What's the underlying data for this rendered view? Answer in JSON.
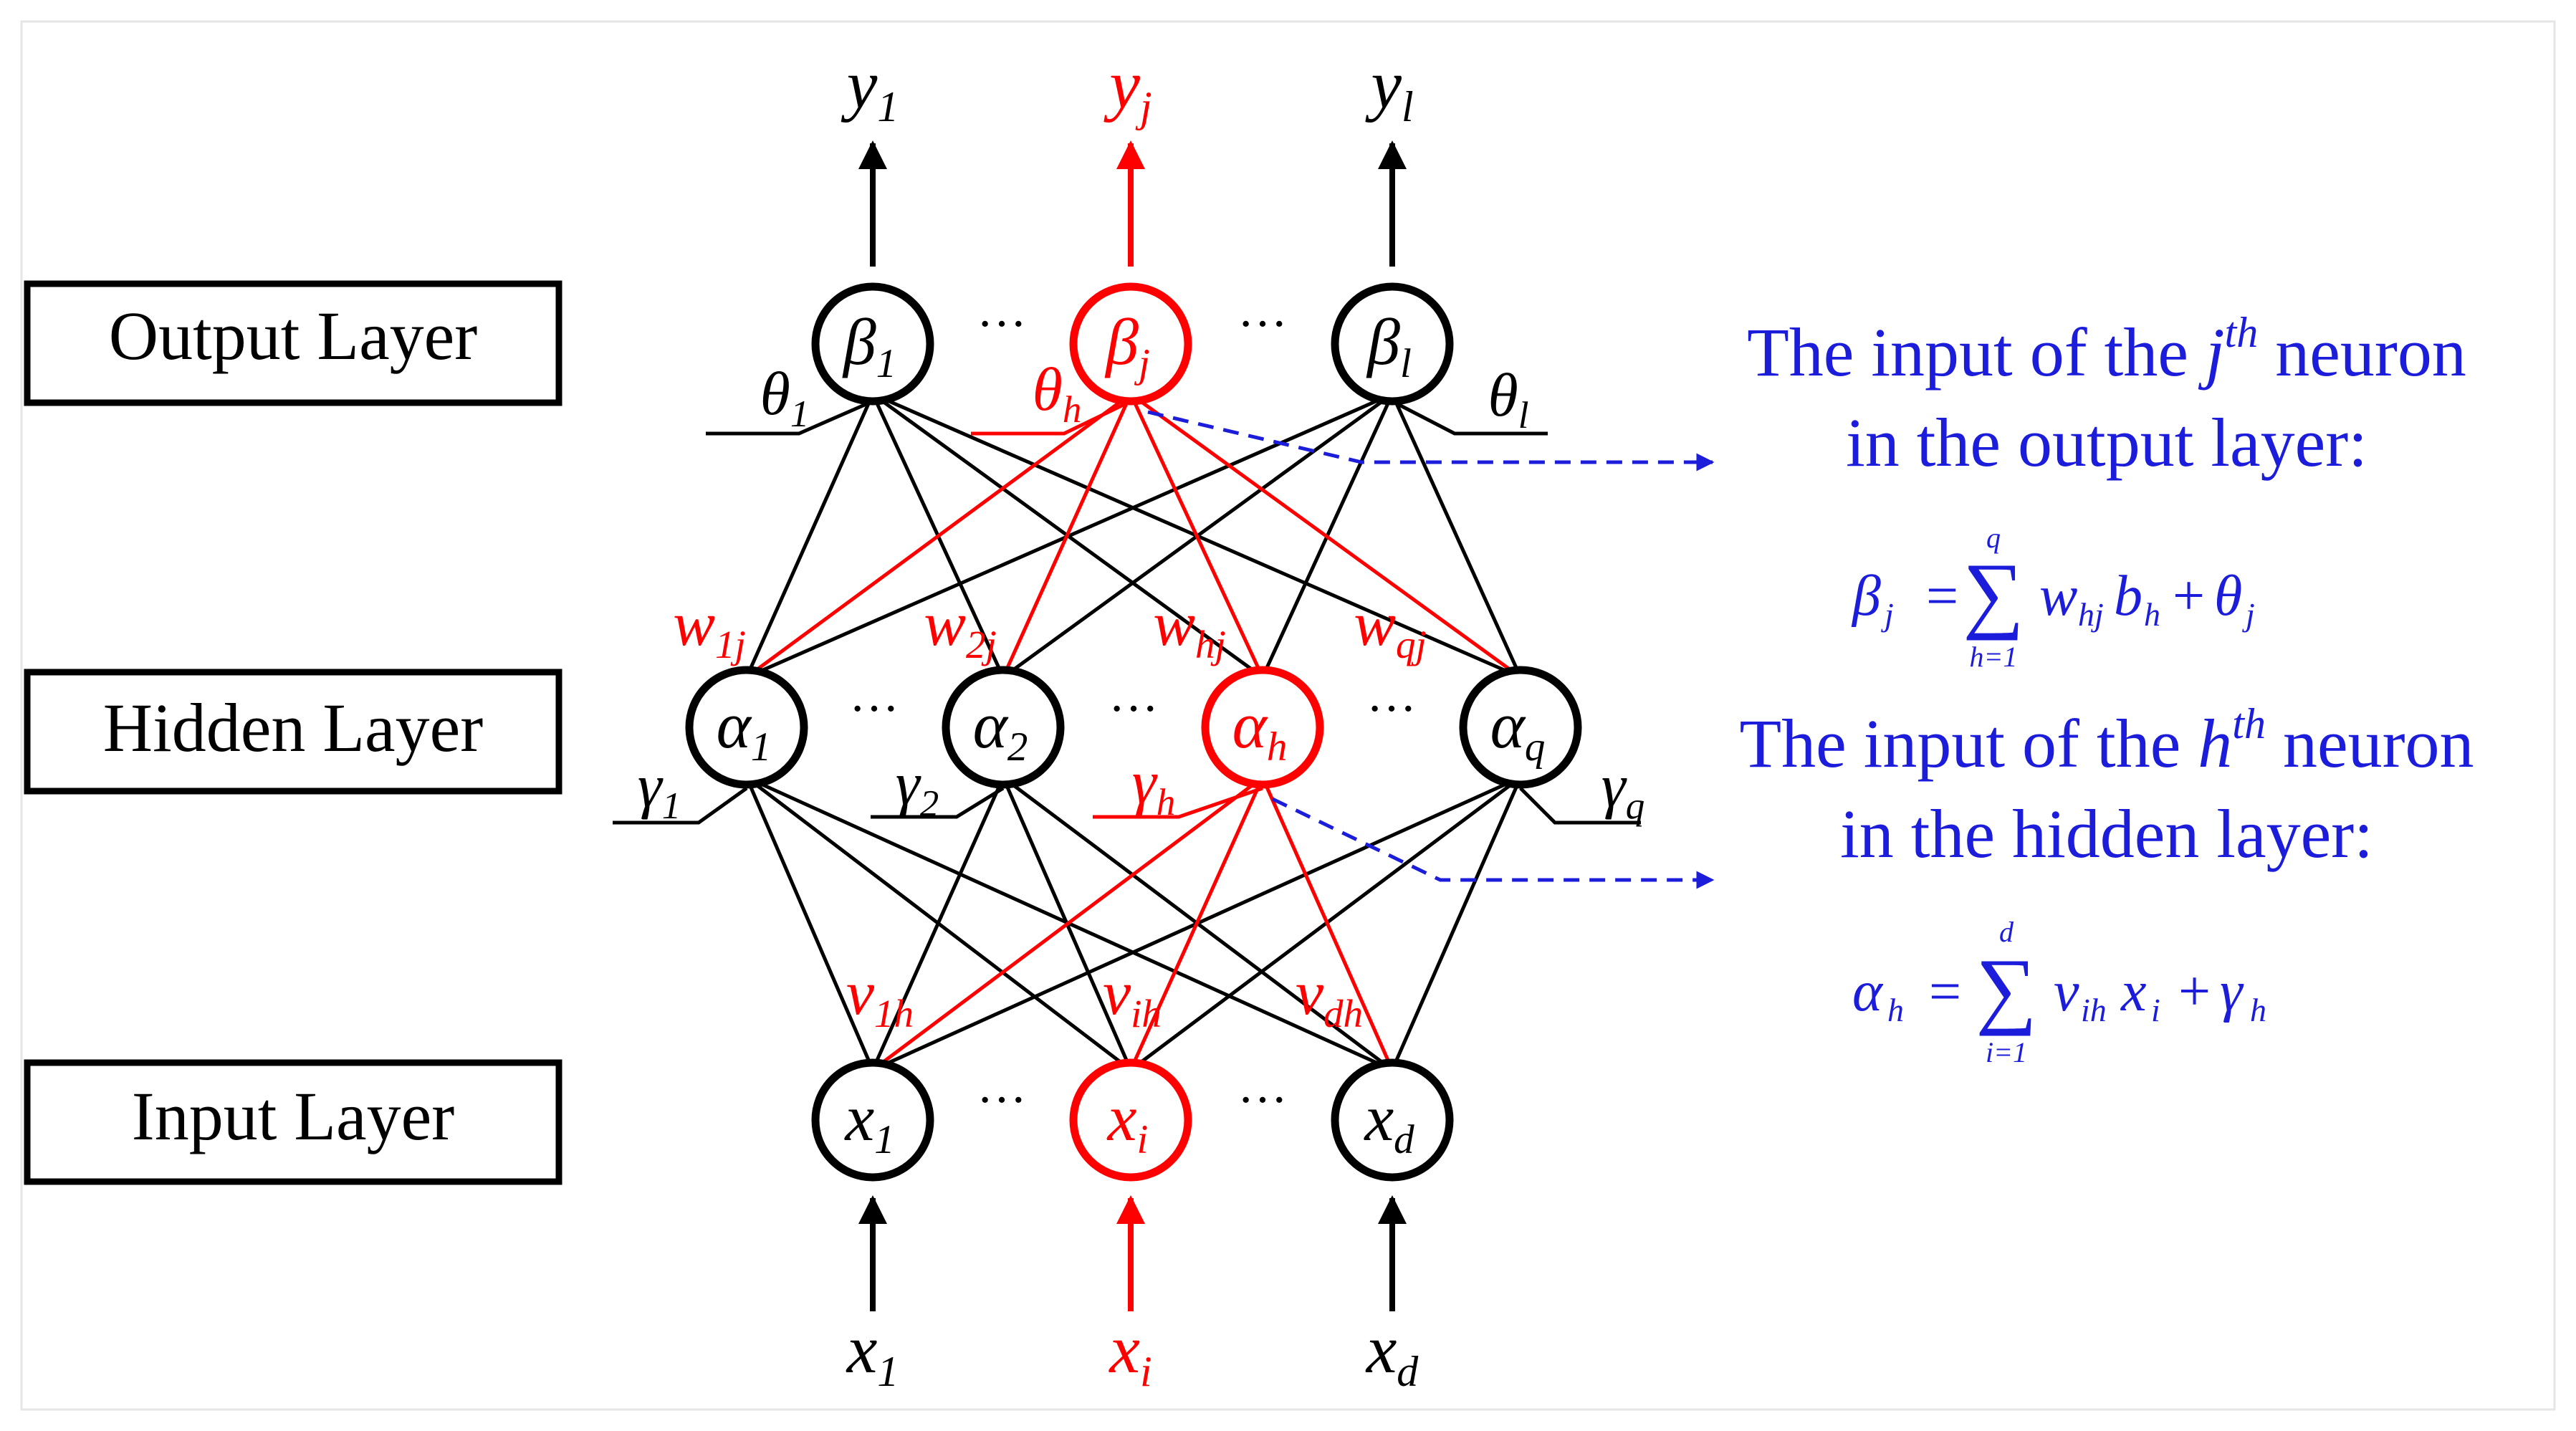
{
  "colors": {
    "black": "#000000",
    "red": "#ff0000",
    "blue": "#1c1cdb",
    "frame": "#e6e6e6"
  },
  "layer_labels": {
    "output": "Output Layer",
    "hidden": "Hidden Layer",
    "input": "Input Layer"
  },
  "output_nodes": [
    {
      "sym": "β",
      "sub": "1",
      "color": "black"
    },
    {
      "sym": "β",
      "sub": "j",
      "color": "red"
    },
    {
      "sym": "β",
      "sub": "l",
      "color": "black"
    }
  ],
  "hidden_nodes": [
    {
      "sym": "α",
      "sub": "1",
      "color": "black"
    },
    {
      "sym": "α",
      "sub": "2",
      "color": "black"
    },
    {
      "sym": "α",
      "sub": "h",
      "color": "red"
    },
    {
      "sym": "α",
      "sub": "q",
      "color": "black"
    }
  ],
  "input_nodes": [
    {
      "sym": "x",
      "sub": "1",
      "color": "black"
    },
    {
      "sym": "x",
      "sub": "i",
      "color": "red"
    },
    {
      "sym": "x",
      "sub": "d",
      "color": "black"
    }
  ],
  "outputs": [
    {
      "sym": "y",
      "sub": "1",
      "color": "black"
    },
    {
      "sym": "y",
      "sub": "j",
      "color": "red"
    },
    {
      "sym": "y",
      "sub": "l",
      "color": "black"
    }
  ],
  "inputs": [
    {
      "sym": "x",
      "sub": "1",
      "color": "black"
    },
    {
      "sym": "x",
      "sub": "i",
      "color": "red"
    },
    {
      "sym": "x",
      "sub": "d",
      "color": "black"
    }
  ],
  "ellipsis": "···",
  "thresholds_output": [
    {
      "sym": "θ",
      "sub": "1",
      "color": "black"
    },
    {
      "sym": "θ",
      "sub": "h",
      "color": "red"
    },
    {
      "sym": "θ",
      "sub": "l",
      "color": "black"
    }
  ],
  "thresholds_hidden": [
    {
      "sym": "γ",
      "sub": "1",
      "color": "black"
    },
    {
      "sym": "γ",
      "sub": "2",
      "color": "black"
    },
    {
      "sym": "γ",
      "sub": "h",
      "color": "red"
    },
    {
      "sym": "γ",
      "sub": "q",
      "color": "black"
    }
  ],
  "weights_output": [
    {
      "sym": "w",
      "sub": "1j"
    },
    {
      "sym": "w",
      "sub": "2j"
    },
    {
      "sym": "w",
      "sub": "hj"
    },
    {
      "sym": "w",
      "sub": "qj"
    }
  ],
  "weights_hidden": [
    {
      "sym": "v",
      "sub": "1h"
    },
    {
      "sym": "v",
      "sub": "ih"
    },
    {
      "sym": "v",
      "sub": "dh"
    }
  ],
  "annotation_output": {
    "line1_pre": "The input of the ",
    "line1_var": "j",
    "line1_sup": "th",
    "line1_post": " neuron",
    "line2": "in the output layer:",
    "formula": {
      "lhs": "β",
      "lhs_sub": "j",
      "eq": "=",
      "sum": "∑",
      "sum_top": "q",
      "sum_bottom": "h=1",
      "term1": "w",
      "term1_sub": "hj",
      "term2": "b",
      "term2_sub": "h",
      "plus": "+",
      "term3": "θ",
      "term3_sub": "j"
    }
  },
  "annotation_hidden": {
    "line1_pre": "The input of the ",
    "line1_var": "h",
    "line1_sup": "th",
    "line1_post": " neuron",
    "line2": "in the hidden layer:",
    "formula": {
      "lhs": "α",
      "lhs_sub": "h",
      "eq": "=",
      "sum": "∑",
      "sum_top": "d",
      "sum_bottom": "i=1",
      "term1": "v",
      "term1_sub": "ih",
      "term2": "x",
      "term2_sub": "i",
      "plus": "+",
      "term3": "γ",
      "term3_sub": "h"
    }
  }
}
